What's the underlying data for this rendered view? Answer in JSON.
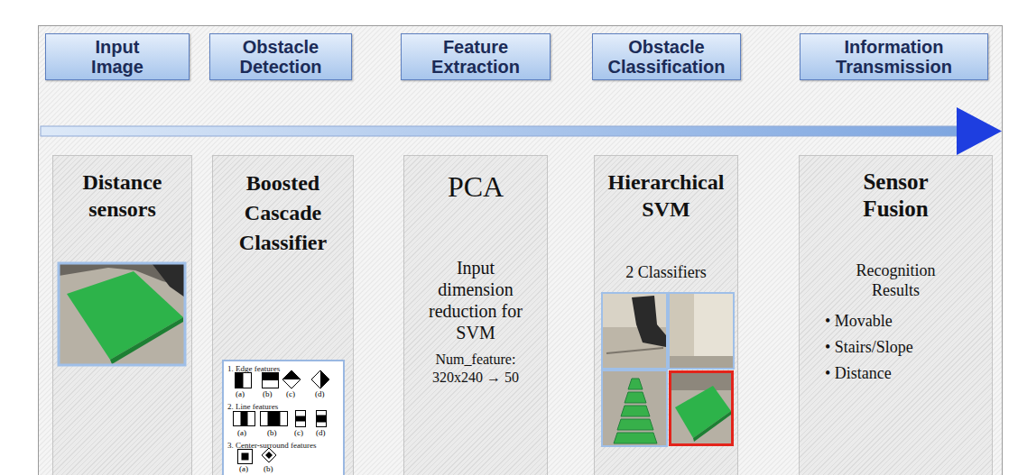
{
  "diagram": {
    "nodes": [
      {
        "text": [
          "Input Image"
        ]
      },
      {
        "text": [
          "Obstacle Detection"
        ]
      },
      {
        "text": [
          "Feature Extraction"
        ]
      },
      {
        "text": [
          "Obstacle Classification"
        ]
      },
      {
        "text": [
          "Information Transmission"
        ]
      },
      {
        "text": [
          "Distance sensors"
        ]
      },
      {
        "text": [
          "Boosted Cascade Classifier"
        ]
      },
      {
        "text": [
          "1. Edge features",
          "2. Line features",
          "3. Center-surround features"
        ],
        "in": 6
      },
      {
        "text": [
          "PCA",
          "Input dimension reduction for SVM",
          "Num_feature: 320x240 → 50"
        ]
      },
      {
        "text": [
          "Hierarchical SVM",
          "2 Classifiers"
        ]
      },
      {
        "text": [
          "Sensor Fusion",
          "Recognition Results",
          "• Movable",
          "• Stairs/Slope",
          "• Distance"
        ]
      }
    ],
    "labels": [
      "(a)",
      "(b)",
      "(c)",
      "(d)",
      "(a)",
      "(b)",
      "(c)",
      "(d)",
      "(a)",
      "(b)"
    ]
  }
}
